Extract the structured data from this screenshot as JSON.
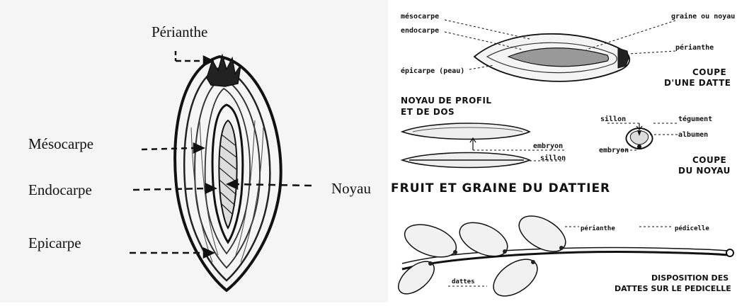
{
  "left_diagram": {
    "labels": {
      "perianthe": "Périanthe",
      "mesocarpe": "Mésocarpe",
      "endocarpe": "Endocarpe",
      "epicarpe": "Epicarpe",
      "noyau": "Noyau"
    }
  },
  "right_diagram": {
    "coupe_datte": {
      "mesocarpe": "mésocarpe",
      "endocarpe": "endocarpe",
      "epicarpe": "épicarpe (peau)",
      "graine": "graine ou noyau",
      "perianthe": "périanthe",
      "caption_line1": "COUPE",
      "caption_line2": "D'UNE DATTE"
    },
    "noyau_profil": {
      "title_line1": "NOYAU DE PROFIL",
      "title_line2": "ET DE DOS",
      "embryon": "embryon",
      "sillon": "sillon"
    },
    "coupe_noyau": {
      "sillon": "sillon",
      "tegument": "tégument",
      "albumen": "albumen",
      "embryon": "embryon",
      "caption_line1": "COUPE",
      "caption_line2": "DU NOYAU"
    },
    "main_title": "FRUIT ET GRAINE DU DATTIER",
    "disposition": {
      "perianthe": "périanthe",
      "pedicelle": "pédicelle",
      "dattes": "dattes",
      "caption_line1": "DISPOSITION DES",
      "caption_line2": "DATTES SUR LE PEDICELLE"
    }
  }
}
